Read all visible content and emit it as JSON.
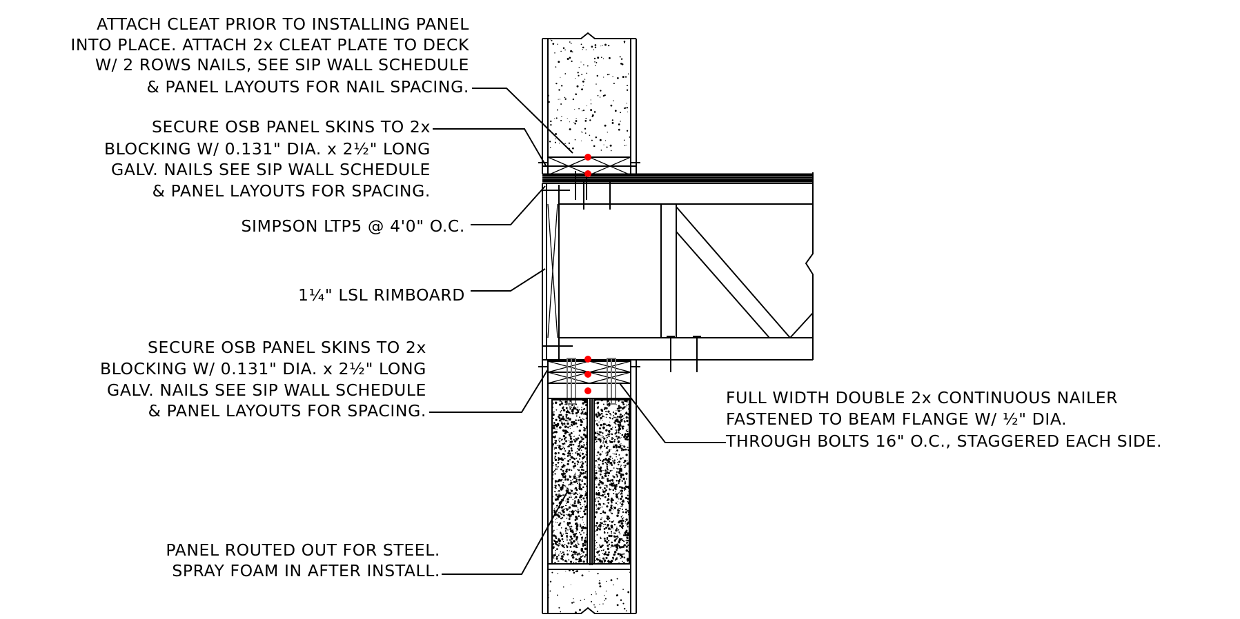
{
  "notes": {
    "cleat": [
      "ATTACH CLEAT PRIOR TO INSTALLING PANEL",
      "INTO PLACE. ATTACH 2x CLEAT PLATE TO DECK",
      "W/ 2 ROWS NAILS, SEE SIP WALL SCHEDULE",
      "& PANEL LAYOUTS FOR NAIL SPACING."
    ],
    "osb_upper": [
      "SECURE OSB PANEL SKINS TO 2x",
      "BLOCKING W/ 0.131\" DIA. x 2½\" LONG",
      "GALV. NAILS SEE SIP WALL SCHEDULE",
      "& PANEL LAYOUTS FOR SPACING."
    ],
    "simpson": "SIMPSON LTP5 @ 4'0\" O.C.",
    "rimboard": "1¼\" LSL RIMBOARD",
    "osb_lower": [
      "SECURE OSB PANEL SKINS TO 2x",
      "BLOCKING W/ 0.131\" DIA. x 2½\" LONG",
      "GALV. NAILS SEE SIP WALL SCHEDULE",
      "& PANEL LAYOUTS FOR SPACING."
    ],
    "nailer": [
      "FULL WIDTH DOUBLE 2x CONTINUOUS NAILER",
      "FASTENED TO BEAM FLANGE W/ ½\" DIA.",
      "THROUGH BOLTS 16\" O.C., STAGGERED EACH SIDE."
    ],
    "panel": [
      "PANEL ROUTED OUT FOR STEEL.",
      "SPRAY FOAM IN AFTER INSTALL."
    ]
  },
  "colors": {
    "line": "#000000",
    "nail_marker": "#ff0000",
    "bolt": "#777777"
  }
}
